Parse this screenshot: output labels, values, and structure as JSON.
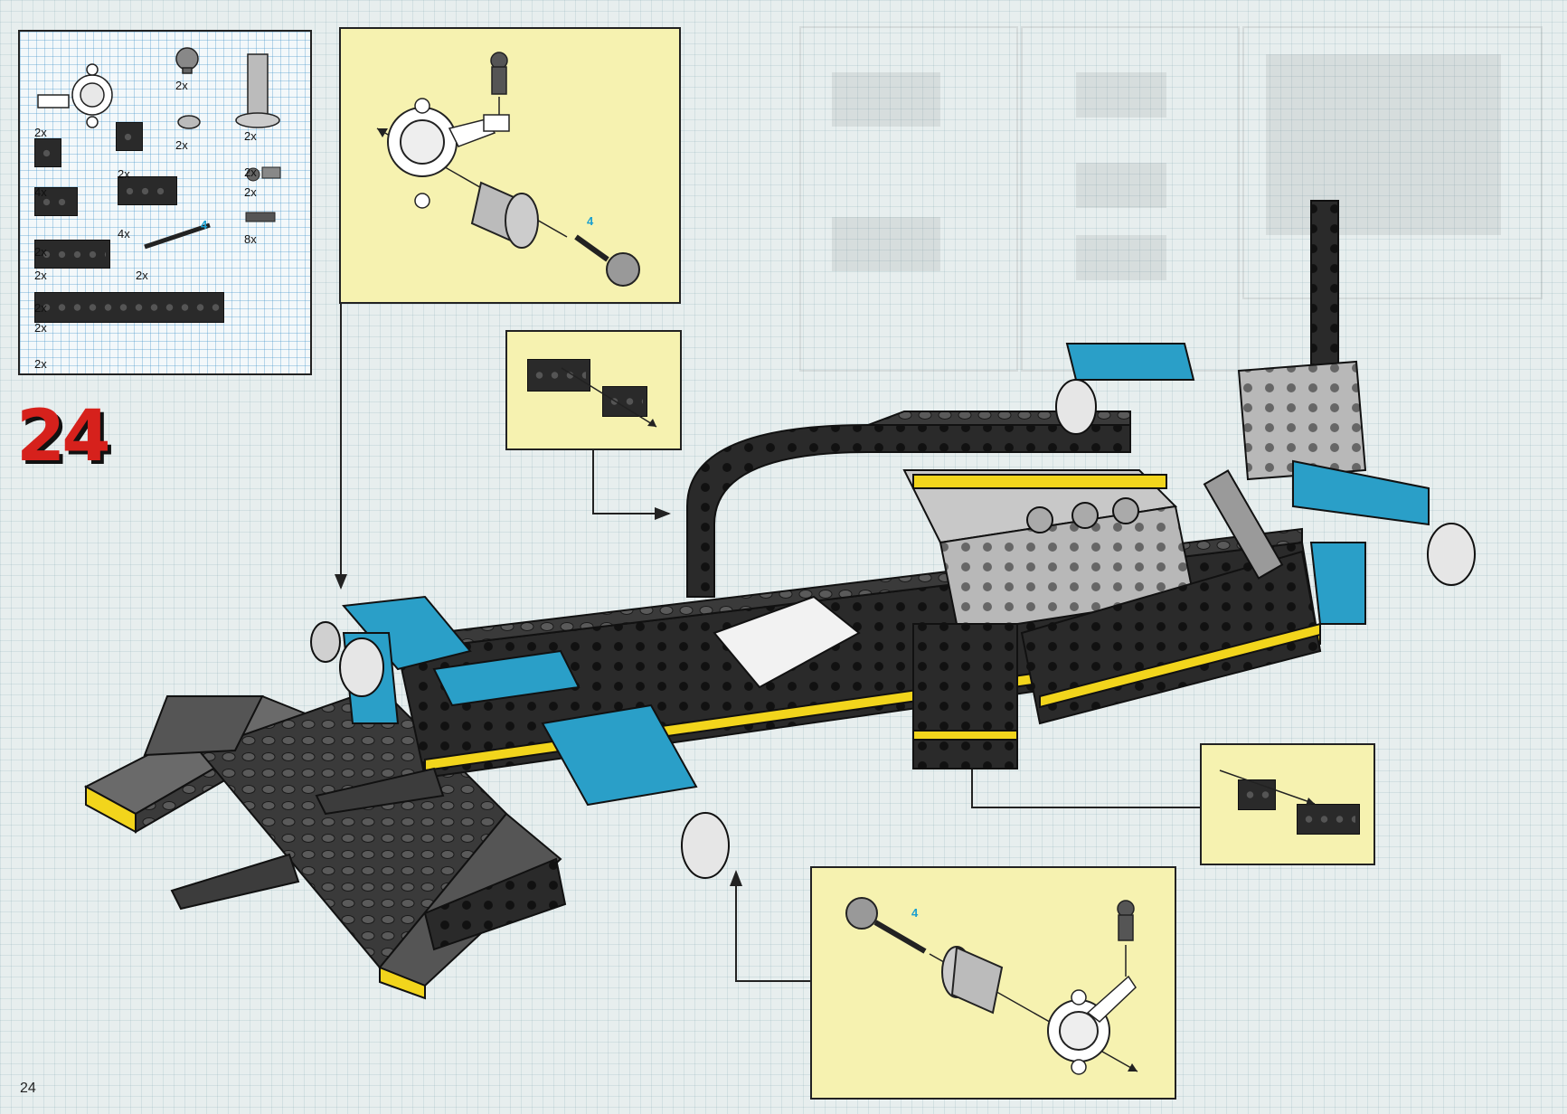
{
  "page": {
    "page_number": "24",
    "step_number": "24"
  },
  "parts_list": {
    "quantities": [
      "2x",
      "2x",
      "2x",
      "2x",
      "2x",
      "2x",
      "4x",
      "2x",
      "2x",
      "2x",
      "4x",
      "8x",
      "2x",
      "2x",
      "2x",
      "2x"
    ],
    "axle_length": "4"
  },
  "callouts": {
    "top_axle_length": "4",
    "bottom_axle_length": "4"
  },
  "colors": {
    "brick_black": "#2a2a2a",
    "technic_blue": "#2a9fc8",
    "stripe_yellow": "#f2d51c",
    "callout_yellow": "#f6f2b0",
    "step_red": "#d6211c"
  }
}
